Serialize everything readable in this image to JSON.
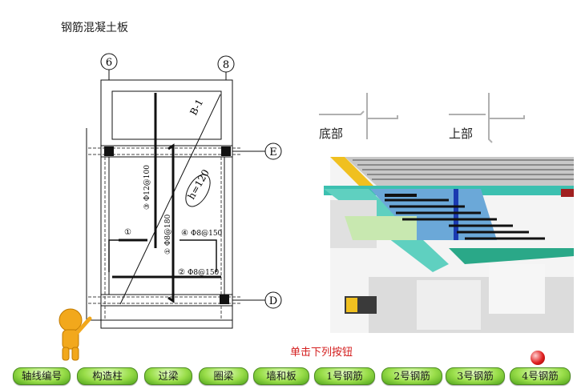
{
  "page": {
    "title": "钢筋混凝土板"
  },
  "plan": {
    "axis_6": "6",
    "axis_8": "8",
    "axis_E": "E",
    "axis_D": "D",
    "section_label": "B-1",
    "thickness_label": "h=120",
    "rebar_3": "③ Φ12@100",
    "rebar_1_vertical": "① Φ8@180",
    "rebar_4": "Φ8@150",
    "rebar_2": "Φ8@150",
    "marker_1": "①",
    "marker_4": "④",
    "marker_2": "②"
  },
  "legend": {
    "bottom_label": "底部",
    "top_label": "上部"
  },
  "hint": "单击下列按钮",
  "buttons": [
    {
      "label": "轴线编号"
    },
    {
      "label": "构造柱"
    },
    {
      "label": "过梁"
    },
    {
      "label": "圈梁"
    },
    {
      "label": "墙和板"
    },
    {
      "label": "1号钢筋"
    },
    {
      "label": "2号钢筋"
    },
    {
      "label": "3号钢筋"
    },
    {
      "label": "4号钢筋"
    }
  ]
}
